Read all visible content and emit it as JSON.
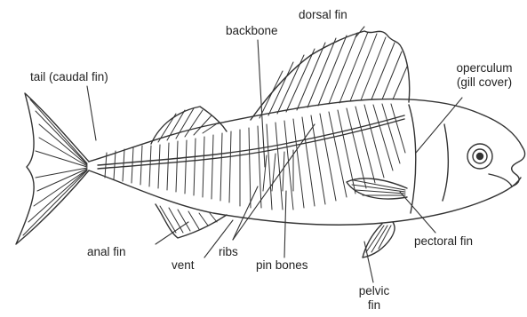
{
  "labels": {
    "dorsal_fin": "dorsal fin",
    "backbone": "backbone",
    "operculum_line1": "operculum",
    "operculum_line2": "(gill cover)",
    "tail": "tail (caudal fin)",
    "anal_fin": "anal fin",
    "vent": "vent",
    "ribs": "ribs",
    "pin_bones": "pin bones",
    "pectoral_fin": "pectoral fin",
    "pelvic_line1": "pelvic",
    "pelvic_line2": "fin"
  },
  "colors": {
    "ink": "#333333",
    "label_text": "#222222",
    "background": "#ffffff"
  }
}
